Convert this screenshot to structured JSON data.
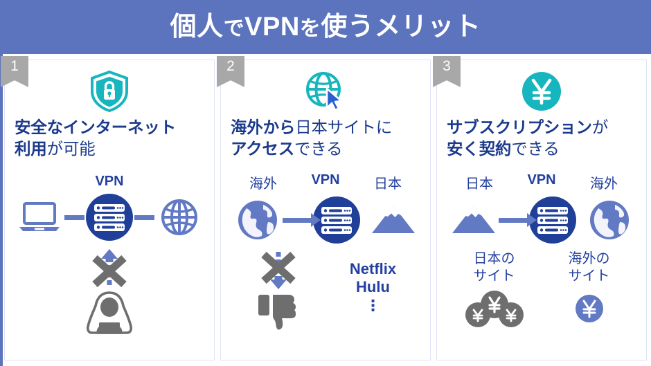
{
  "header": {
    "title_parts": [
      {
        "text": "個人",
        "small": false
      },
      {
        "text": "で",
        "small": true
      },
      {
        "text": "VPN",
        "small": false
      },
      {
        "text": "を",
        "small": true
      },
      {
        "text": "使う",
        "small": false
      },
      {
        "text": "メリット",
        "small": false
      }
    ],
    "title_plain": "個人でVPNを使うメリット",
    "background_color": "#5c73be",
    "text_color": "#ffffff"
  },
  "theme": {
    "navy": "#1b3a8c",
    "accent_blue": "#2340a0",
    "server_navy": "#1f3f99",
    "periwinkle": "#6279c4",
    "teal": "#17b5bd",
    "gray": "#6e6e6e",
    "badge_gray": "#a8a8a8",
    "panel_border": "#dfe4f5"
  },
  "panels": [
    {
      "badge": "1",
      "icon_name": "shield-lock-icon",
      "title_bold_1": "安全なインターネット",
      "title_light_1": "",
      "title_bold_2": "利用",
      "title_light_2": "が可能",
      "vpn_label": "VPN",
      "flow_labels": [],
      "nodes": [
        "laptop-icon",
        "vpn-server-icon",
        "globe-wire-icon"
      ],
      "lower_items": [
        {
          "name": "blocked-hacker",
          "icon": "hacker-icon",
          "blocked": "x-block-up-icon",
          "label": ""
        }
      ]
    },
    {
      "badge": "2",
      "icon_name": "globe-cursor-icon",
      "title_bold_1": "海外から",
      "title_light_1": "日本サイトに",
      "title_bold_2": "アクセス",
      "title_light_2": "できる",
      "vpn_label": "",
      "flow_labels": [
        "海外",
        "VPN",
        "日本"
      ],
      "nodes": [
        "earth-globe-icon",
        "vpn-server-icon",
        "mount-fuji-icon"
      ],
      "lower_items": [
        {
          "name": "blocked-thumbsdown",
          "icon": "thumbs-down-icon",
          "blocked": "x-block-down-icon",
          "label": ""
        },
        {
          "name": "service-list",
          "services": [
            "Netflix",
            "Hulu"
          ],
          "ellipsis": "⋮"
        }
      ]
    },
    {
      "badge": "3",
      "icon_name": "yen-circle-icon",
      "title_bold_1": "サブスクリプション",
      "title_light_1": "が",
      "title_bold_2": "安く契約",
      "title_light_2": "できる",
      "vpn_label": "",
      "flow_labels": [
        "日本",
        "VPN",
        "海外"
      ],
      "nodes": [
        "mount-fuji-icon",
        "vpn-server-icon",
        "earth-globe-icon"
      ],
      "lower_items": [
        {
          "name": "domestic-site",
          "label_line1": "日本の",
          "label_line2": "サイト",
          "icon": "three-gray-coins-icon"
        },
        {
          "name": "overseas-site",
          "label_line1": "海外の",
          "label_line2": "サイト",
          "icon": "single-blue-coin-icon"
        }
      ]
    }
  ]
}
